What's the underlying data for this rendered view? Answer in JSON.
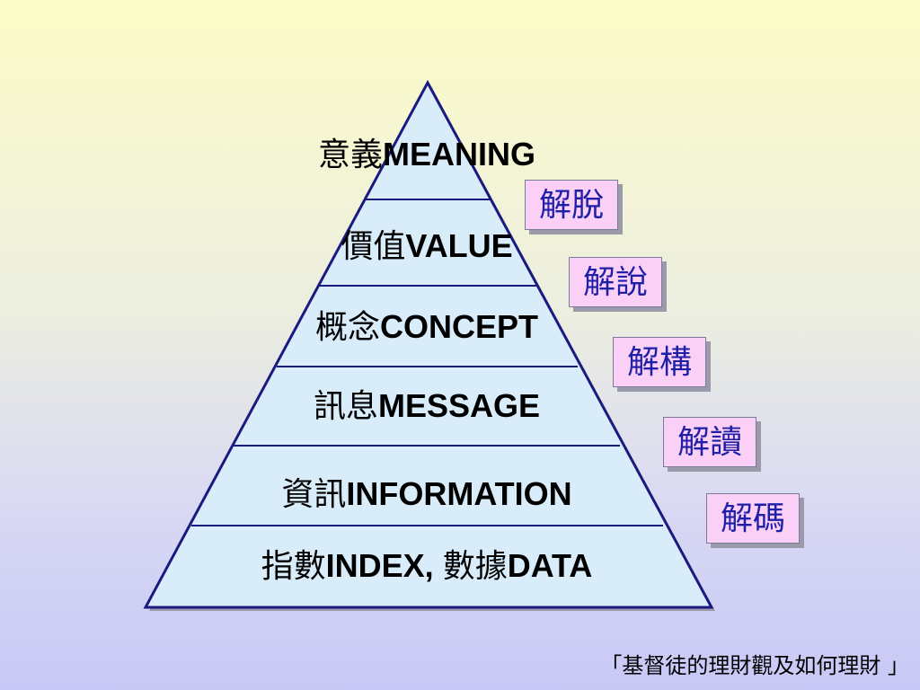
{
  "tiers": [
    {
      "cjk": "意義",
      "en": "MEANING"
    },
    {
      "cjk": "價值",
      "en": "VALUE"
    },
    {
      "cjk": "概念",
      "en": "CONCEPT"
    },
    {
      "cjk": "訊息",
      "en": "MESSAGE"
    },
    {
      "cjk": "資訊",
      "en": "INFORMATION"
    },
    {
      "cjk": "指數",
      "en": "INDEX, ",
      "cjk2": "數據",
      "en2": "DATA"
    }
  ],
  "badges": [
    "解脫",
    "解說",
    "解構",
    "解讀",
    "解碼"
  ],
  "footer": "「基督徒的理財觀及如何理財 」",
  "colors": {
    "pyramid_fill": "#d9ecfa",
    "pyramid_stroke": "#1a1a80",
    "badge_fill": "#fbd0f6",
    "badge_text": "#1f1fa8"
  }
}
